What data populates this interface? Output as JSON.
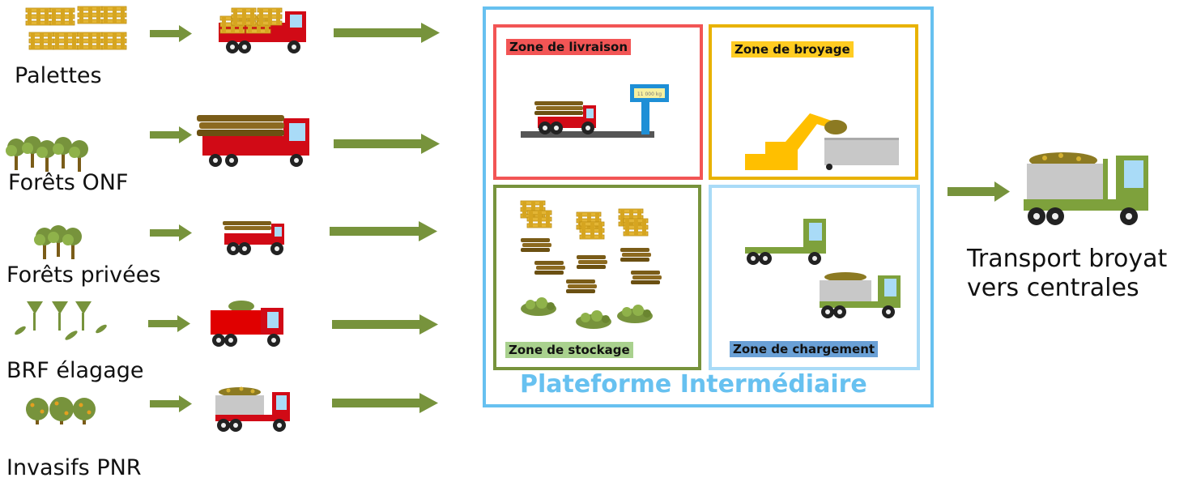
{
  "sources": [
    {
      "label": "Palettes",
      "kind": "pallets"
    },
    {
      "label": "Forêts ONF",
      "kind": "forest"
    },
    {
      "label": "Forêts privées",
      "kind": "forest-small"
    },
    {
      "label": "BRF élagage",
      "kind": "branches"
    },
    {
      "label": "Invasifs PNR",
      "kind": "shrubs"
    }
  ],
  "platform": {
    "title": "Plateforme Intermédiaire",
    "zones": {
      "livraison": "Zone de livraison",
      "broyage": "Zone de broyage",
      "stockage": "Zone de stockage",
      "chargement": "Zone de chargement"
    },
    "scale_readout": "11 000 kg"
  },
  "output": {
    "line1": "Transport broyat",
    "line2": "vers centrales"
  },
  "colors": {
    "arrow": "#77933c",
    "truck_red": "#d10a16",
    "truck_green": "#7ea13c",
    "cab_window": "#a9dbf7",
    "pallet": "#e3b534",
    "log": "#7a5c18",
    "platform_border": "#67c1f0",
    "zone_livraison": "#f25555",
    "zone_broyage": "#e8b200",
    "zone_stockage": "#77933c",
    "zone_chargement": "#a9dbf7",
    "label_livraison_bg": "#f25555",
    "label_broyage_bg": "#ffcc22",
    "label_stockage_bg": "#a9d18e",
    "label_chargement_bg": "#6aa0d6"
  }
}
